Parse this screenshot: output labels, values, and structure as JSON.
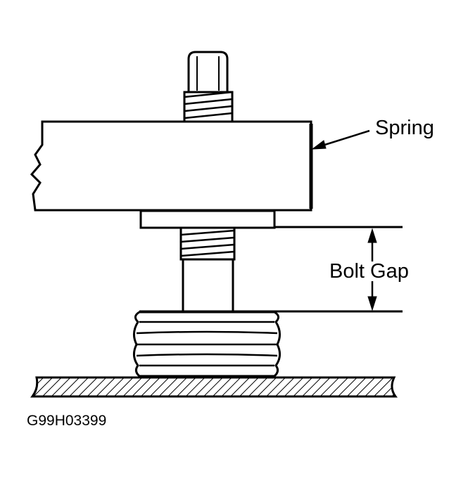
{
  "labels": {
    "spring": "Spring",
    "bolt_gap": "Bolt Gap",
    "figure_id": "G99H03399"
  },
  "colors": {
    "ink": "#000000",
    "background": "#ffffff"
  }
}
